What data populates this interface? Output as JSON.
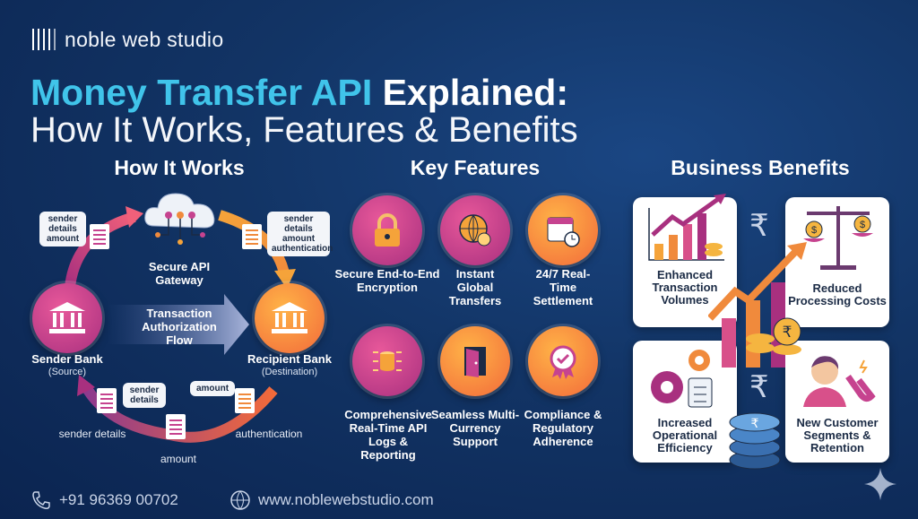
{
  "brand": {
    "name": "noble web studio"
  },
  "title": {
    "highlight": "Money Transfer API",
    "rest": " Explained:",
    "line2": "How It Works, Features & Benefits"
  },
  "how_it_works": {
    "heading": "How It Works",
    "gateway": "Secure API Gateway",
    "flow": "Transaction Authorization Flow",
    "sender": {
      "name": "Sender Bank",
      "sub": "(Source)"
    },
    "recipient": {
      "name": "Recipient Bank",
      "sub": "(Destination)"
    },
    "bubbles": {
      "top_left": "sender details amount",
      "top_right": "sender details amount authentication",
      "bottom_left": "sender details",
      "bottom_right": "amount"
    },
    "labels": {
      "sender_details": "sender details",
      "amount": "amount",
      "authentication": "authentication"
    }
  },
  "key_features": {
    "heading": "Key Features",
    "items": [
      {
        "label": "Secure End-to-End Encryption",
        "icon": "lock-icon"
      },
      {
        "label": "Instant Global Transfers",
        "icon": "globe-icon"
      },
      {
        "label": "24/7 Real-Time Settlement",
        "icon": "calendar-clock-icon"
      },
      {
        "label": "Comprehensive Real-Time API Logs & Reporting",
        "icon": "database-circuit-icon"
      },
      {
        "label": "Seamless Multi-Currency Support",
        "icon": "door-icon"
      },
      {
        "label": "Compliance & Regulatory Adherence",
        "icon": "badge-check-icon"
      }
    ]
  },
  "business_benefits": {
    "heading": "Business Benefits",
    "items": [
      {
        "label": "Enhanced Transaction Volumes"
      },
      {
        "label": "Reduced Processing Costs"
      },
      {
        "label": "Increased Operational Efficiency"
      },
      {
        "label": "New Customer Segments & Retention"
      }
    ],
    "currency_symbol": "₹",
    "dollar_symbol": "$"
  },
  "footer": {
    "phone": "+91 96369 00702",
    "website": "www.noblewebstudio.com"
  },
  "colors": {
    "accent": "#40c4ea",
    "magenta": "#c6438f",
    "orange": "#f5893a",
    "background": "#123465"
  }
}
